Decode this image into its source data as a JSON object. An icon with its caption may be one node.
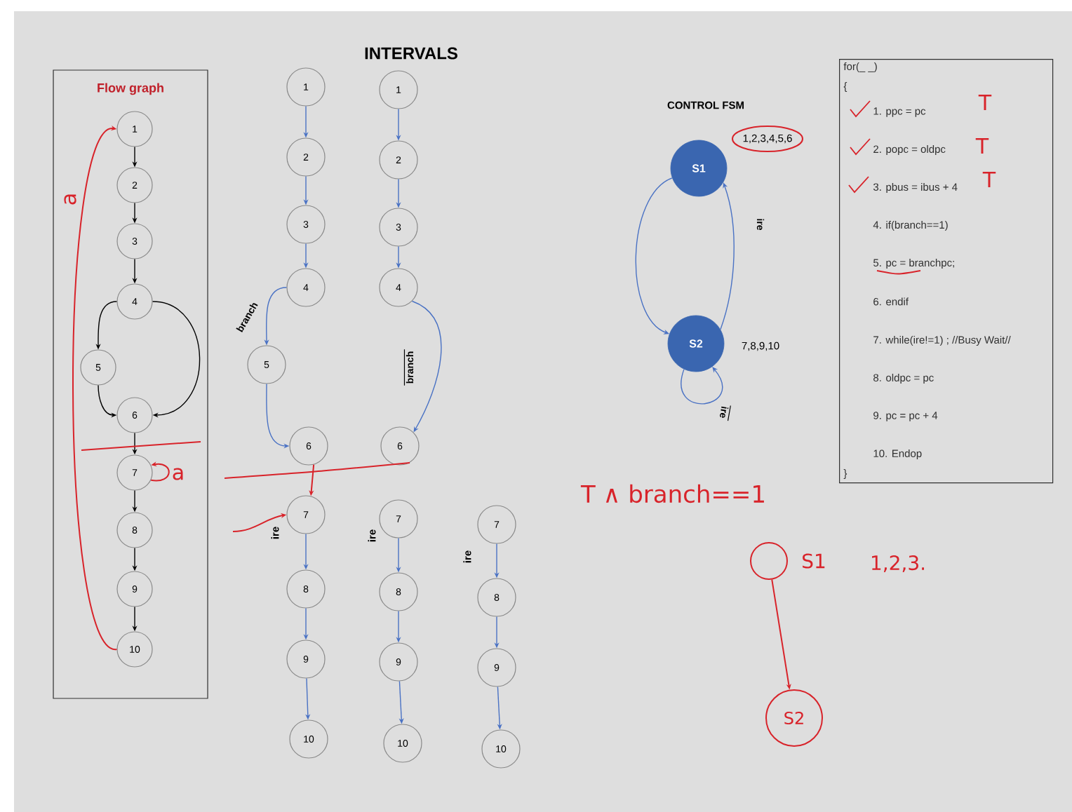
{
  "diagram": {
    "nodes": [
      {
        "text": [
          "Flow graph"
        ]
      },
      {
        "text": [
          "1"
        ],
        "in": 0
      },
      {
        "text": [
          "2"
        ],
        "in": 0
      },
      {
        "text": [
          "3"
        ],
        "in": 0
      },
      {
        "text": [
          "4"
        ],
        "in": 0
      },
      {
        "text": [
          "5"
        ],
        "in": 0
      },
      {
        "text": [
          "6"
        ],
        "in": 0
      },
      {
        "text": [
          "7"
        ],
        "in": 0
      },
      {
        "text": [
          "8"
        ],
        "in": 0
      },
      {
        "text": [
          "9"
        ],
        "in": 0
      },
      {
        "text": [
          "10"
        ],
        "in": 0
      },
      {
        "text": [
          "1"
        ]
      },
      {
        "text": [
          "2"
        ]
      },
      {
        "text": [
          "3"
        ]
      },
      {
        "text": [
          "4"
        ]
      },
      {
        "text": [
          "5"
        ]
      },
      {
        "text": [
          "6"
        ]
      },
      {
        "text": [
          "1"
        ]
      },
      {
        "text": [
          "2"
        ]
      },
      {
        "text": [
          "3"
        ]
      },
      {
        "text": [
          "4"
        ]
      },
      {
        "text": [
          "6"
        ]
      },
      {
        "text": [
          "7"
        ]
      },
      {
        "text": [
          "8"
        ]
      },
      {
        "text": [
          "9"
        ]
      },
      {
        "text": [
          "10"
        ]
      },
      {
        "text": [
          "7"
        ]
      },
      {
        "text": [
          "8"
        ]
      },
      {
        "text": [
          "9"
        ]
      },
      {
        "text": [
          "10"
        ]
      },
      {
        "text": [
          "7"
        ]
      },
      {
        "text": [
          "8"
        ]
      },
      {
        "text": [
          "9"
        ]
      },
      {
        "text": [
          "10"
        ]
      },
      {
        "text": [
          "S1"
        ],
        "beside": [
          "1,2,3,4,5,6"
        ]
      },
      {
        "text": [
          "S2"
        ],
        "beside": [
          "7,8,9,10"
        ]
      },
      {
        "text": [
          "for(_ _)",
          "{",
          "1. ppc = pc",
          "2. popc = oldpc",
          "3. pbus = ibus + 4",
          "4. if(branch==1)",
          "5. pc = branchpc;",
          "6. endif",
          "7. while(ire!=1) ; //Busy Wait//",
          "8. oldpc = pc",
          "9. pc = pc + 4",
          "10. Endop",
          "}"
        ]
      },
      {
        "text": [],
        "shape": "circle",
        "beside": [
          "S1",
          "1,2,3."
        ]
      },
      {
        "text": [
          "S2"
        ]
      }
    ],
    "edges": [
      {
        "from": 1,
        "to": 2,
        "arrow": "to",
        "color": "#000000"
      },
      {
        "from": 2,
        "to": 3,
        "arrow": "to",
        "color": "#000000"
      },
      {
        "from": 3,
        "to": 4,
        "arrow": "to",
        "color": "#000000"
      },
      {
        "from": 4,
        "to": 5,
        "arrow": "to",
        "color": "#000000"
      },
      {
        "from": 4,
        "to": 6,
        "arrow": "to",
        "color": "#000000"
      },
      {
        "from": 5,
        "to": 6,
        "arrow": "to",
        "color": "#000000"
      },
      {
        "from": 6,
        "to": 7,
        "arrow": "to",
        "color": "#000000"
      },
      {
        "from": 7,
        "to": 8,
        "arrow": "to",
        "color": "#000000"
      },
      {
        "from": 8,
        "to": 9,
        "arrow": "to",
        "color": "#000000"
      },
      {
        "from": 9,
        "to": 10,
        "arrow": "to",
        "color": "#000000"
      },
      {
        "from": 10,
        "to": 1,
        "arrow": "to",
        "color": "#d8232a"
      },
      {
        "from": 7,
        "to": 7,
        "arrow": "to",
        "color": "#d8232a"
      },
      {
        "from": 11,
        "to": 12,
        "arrow": "to"
      },
      {
        "from": 12,
        "to": 13,
        "arrow": "to"
      },
      {
        "from": 13,
        "to": 14,
        "arrow": "to"
      },
      {
        "from": 14,
        "to": 15,
        "arrow": "to",
        "label": "branch"
      },
      {
        "from": 15,
        "to": 16,
        "arrow": "to"
      },
      {
        "from": 17,
        "to": 18,
        "arrow": "to"
      },
      {
        "from": 18,
        "to": 19,
        "arrow": "to"
      },
      {
        "from": 19,
        "to": 20,
        "arrow": "to"
      },
      {
        "from": 20,
        "to": 21,
        "arrow": "to",
        "label": "branch"
      },
      {
        "from": 16,
        "to": 22,
        "arrow": "to",
        "color": "#d8232a"
      },
      {
        "from": null,
        "to": 22,
        "arrow": "to",
        "color": "#d8232a"
      },
      {
        "from": 22,
        "to": 23,
        "arrow": "to"
      },
      {
        "from": 23,
        "to": 24,
        "arrow": "to"
      },
      {
        "from": 24,
        "to": 25,
        "arrow": "to"
      },
      {
        "from": 26,
        "to": 27,
        "arrow": "to"
      },
      {
        "from": 27,
        "to": 28,
        "arrow": "to"
      },
      {
        "from": 28,
        "to": 29,
        "arrow": "to"
      },
      {
        "from": 30,
        "to": 31,
        "arrow": "to"
      },
      {
        "from": 31,
        "to": 32,
        "arrow": "to"
      },
      {
        "from": 32,
        "to": 33,
        "arrow": "to"
      },
      {
        "from": 34,
        "to": 35,
        "arrow": "to"
      },
      {
        "from": 35,
        "to": 34,
        "arrow": "to",
        "label": "ire"
      },
      {
        "from": 35,
        "to": 35,
        "arrow": "to",
        "label": "ire"
      },
      {
        "from": 37,
        "to": 38,
        "arrow": "to",
        "color": "#d8232a"
      }
    ],
    "labels": [
      "INTERVALS",
      "CONTROL FSM",
      "T",
      "T",
      "T",
      "a",
      "a",
      "ire",
      "ire",
      "ire",
      "T ∧ branch==1"
    ]
  }
}
